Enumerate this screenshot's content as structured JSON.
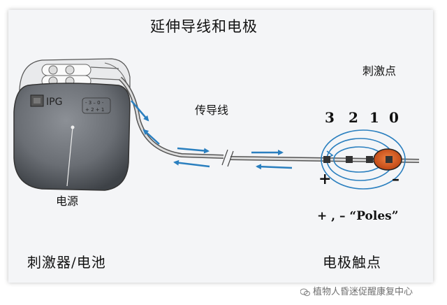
{
  "title": "延伸导线和电极",
  "labels": {
    "stim_point": "刺激点",
    "lead": "传导线",
    "power": "电源",
    "stimulator": "刺激器/电池",
    "contacts": "电极触点",
    "poles": "+ , – “Poles”",
    "plus": "+",
    "minus": "–"
  },
  "electrode_numbers": [
    "3",
    "2",
    "1",
    "0"
  ],
  "device": {
    "label": "IPG",
    "polarity_top": "- 3 – 0 -",
    "polarity_bottom": "+ 2  + 1"
  },
  "watermark": "植物人昏迷促醒康复中心",
  "colors": {
    "arrow": "#2a7fbf",
    "field": "#2a7fbf",
    "device_body": "#666a70",
    "stim_point": "#d0521e"
  }
}
